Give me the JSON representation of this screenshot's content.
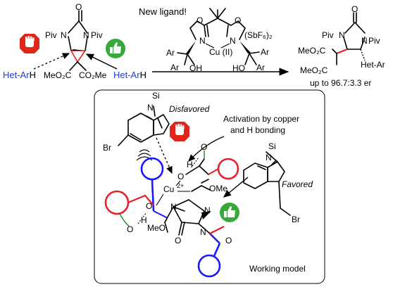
{
  "reaction": {
    "reactant_labels": {
      "piv_left": "Piv",
      "piv_right": "Piv",
      "n_left": "N",
      "n_right": "N",
      "o_top": "O",
      "ester_left": "MeO₂C",
      "ester_right": "CO₂Me"
    },
    "nucleophile_left": {
      "prefix": "Het-Ar",
      "suffix": "H"
    },
    "nucleophile_right": {
      "prefix": "Het-Ar",
      "suffix": "H"
    },
    "ligand_callout": "New ligand!",
    "catalyst": {
      "o_left": "O",
      "o_right": "O",
      "n_left": "N",
      "n_right": "N",
      "metal": "Cu (II)",
      "counterion": "(SbF₆)₂",
      "ar1": "Ar",
      "ar2": "Ar",
      "ar3": "Ar",
      "ar4": "Ar",
      "oh_left": "OH",
      "ho_right": "HO"
    },
    "product_labels": {
      "piv_left": "Piv",
      "piv_right": "Piv",
      "n_left": "N",
      "n_right": "N",
      "o_top": "O",
      "ester_top": "MeO₂C",
      "ester_bottom": "MeO₂C",
      "hetar": "Het-Ar"
    },
    "selectivity": "up to 96.7:3.3 er"
  },
  "model": {
    "title": "Working model",
    "disfavored": "Disfavored",
    "favored": "Favored",
    "activation_note": [
      "Activation by copper",
      "and H bonding"
    ],
    "labels": {
      "si_top": "Si",
      "n_top": "N",
      "br_left": "Br",
      "si_right": "Si",
      "n_right": "N",
      "br_right": "Br",
      "o_green_top": "O",
      "h_green_top": "H",
      "o_green_bottom": "O",
      "h_green_bottom": "H",
      "cu": "Cu",
      "cu_charge": "2+",
      "o_cu_top": "O",
      "o_cu_left": "O",
      "ome_top": "OMe",
      "ome_bottom": "MeO",
      "o_mid": "O",
      "n_left": "N",
      "o_ring": "O",
      "n_bottom": "N"
    }
  },
  "colors": {
    "ligand_blue": "#1a1aff",
    "ligand_red": "#e8202a",
    "hbond_green": "#1e7b2f",
    "stop_red": "#e0251b",
    "thumb_green": "#37a93a",
    "het_ar_blue": "#1f3fd1"
  },
  "icons": [
    "stop-hand-icon",
    "thumbs-up-icon"
  ]
}
